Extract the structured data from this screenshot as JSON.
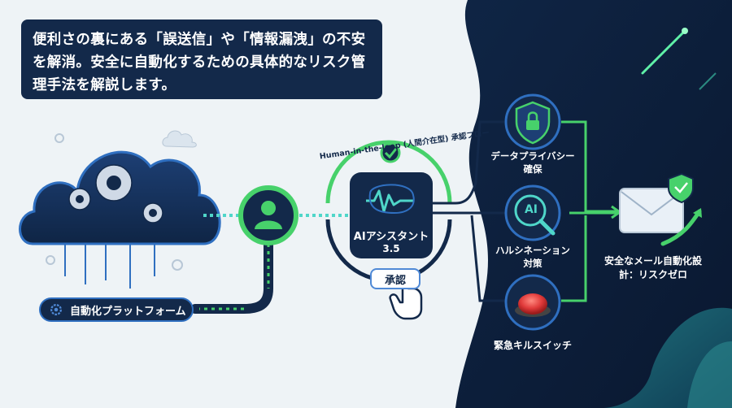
{
  "callout": {
    "line1": "便利さの裏にある「誤送信」や「情報漏洩」の不安",
    "line2": "を解消。安全に自動化するための具体的なリスク管",
    "line3": "理手法を解説します。"
  },
  "platform_label": "自動化プラットフォーム",
  "hitl_arc_label": "Human-in-the-loop (人間介在型) 承認フロー",
  "ai_assistant": {
    "line1": "AIアシスタント",
    "line2": "3.5"
  },
  "approve_button": "承認",
  "ai_badge": "AI",
  "branches": {
    "privacy": {
      "line1": "データプライバシー",
      "line2": "確保"
    },
    "hallucination": {
      "line1": "ハルシネーション",
      "line2": "対策"
    },
    "killswitch": {
      "line1": "緊急キルスイッチ"
    }
  },
  "result": {
    "line1": "安全なメール自動化設",
    "line2": "計：リスクゼロ"
  },
  "colors": {
    "navy": "#13294a",
    "accent_blue": "#2f6fc0",
    "accent_green": "#47d16b",
    "teal": "#4fd6c9",
    "kill_red": "#e03a3a"
  }
}
